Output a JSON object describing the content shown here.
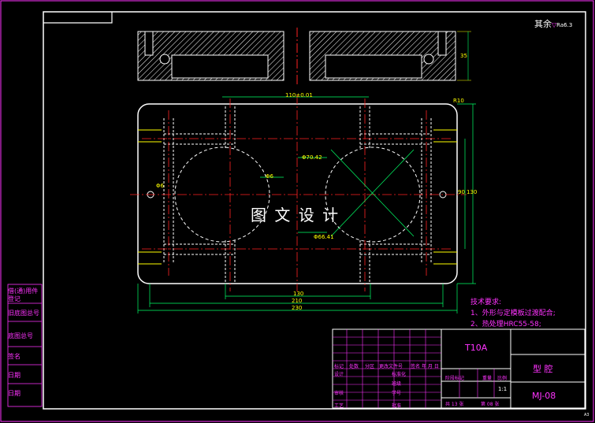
{
  "drawing": {
    "top_right_note": "其余",
    "roughness": "Ra6.3",
    "watermark": "图 文 设 计",
    "sheet_size": "A3"
  },
  "dimensions": {
    "top_width": "110±0.01",
    "r_corner": "R10",
    "dia_center": "Φ70.42",
    "dia_inner": "Φ66.41",
    "dia_small": "Φ6",
    "hole_small": "Φ6",
    "bottom_inner": "130",
    "bottom_mid": "210",
    "bottom_outer": "230",
    "right_inner": "90",
    "right_outer": "130",
    "section_height": "35"
  },
  "tech_requirements": {
    "title": "技术要求:",
    "items": [
      "1、外形与定模板过渡配合;",
      "2、热处理HRC55-58;"
    ]
  },
  "title_block": {
    "material": "T10A",
    "part_name": "型 腔",
    "drawing_no": "MJ-08",
    "scale": "1:1",
    "sheet_info": [
      "共 13 张",
      "第 08 张"
    ],
    "header_cells": [
      "标记",
      "处数",
      "分区",
      "更改文件号",
      "签名",
      "年 月 日"
    ],
    "stage_cells": [
      "阶段标记",
      "重量",
      "比例"
    ],
    "row_labels": [
      "设计",
      "审核",
      "工艺"
    ],
    "row_labels2": [
      "标准化",
      "批准"
    ],
    "extra": [
      "班级",
      "学号"
    ]
  },
  "side_panel": {
    "items": [
      "借(通)用件登记",
      "旧底图总号",
      "底图总号",
      "签名",
      "日期",
      "日期"
    ]
  }
}
